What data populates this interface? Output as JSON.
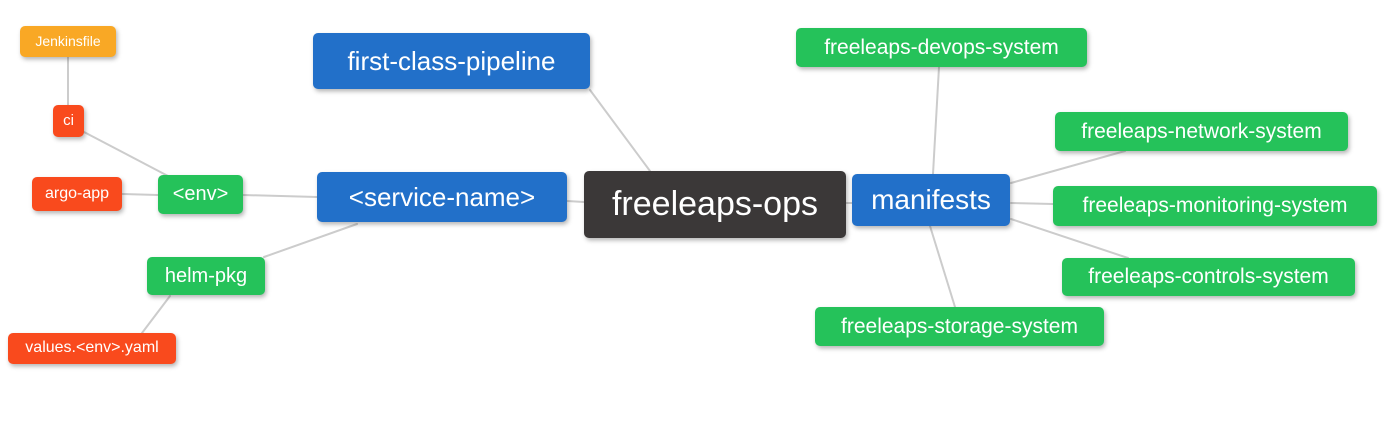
{
  "diagram": {
    "background": "#ffffff",
    "edge_color": "#cccccc",
    "colors": {
      "blue": "#2270C9",
      "green": "#25C25A",
      "red": "#F94A1D",
      "orange": "#F9A825",
      "dark": "#3B3838",
      "text": "#ffffff"
    },
    "nodes": {
      "freeleaps_ops": {
        "label": "freeleaps-ops",
        "color": "dark"
      },
      "first_class_pipeline": {
        "label": "first-class-pipeline",
        "color": "blue"
      },
      "service_name": {
        "label": "<service-name>",
        "color": "blue"
      },
      "manifests": {
        "label": "manifests",
        "color": "blue"
      },
      "env": {
        "label": "<env>",
        "color": "green"
      },
      "helm_pkg": {
        "label": "helm-pkg",
        "color": "green"
      },
      "ci": {
        "label": "ci",
        "color": "red"
      },
      "argo_app": {
        "label": "argo-app",
        "color": "red"
      },
      "jenkinsfile": {
        "label": "Jenkinsfile",
        "color": "orange"
      },
      "values_env_yaml": {
        "label": "values.<env>.yaml",
        "color": "red"
      },
      "devops_system": {
        "label": "freeleaps-devops-system",
        "color": "green"
      },
      "network_system": {
        "label": "freeleaps-network-system",
        "color": "green"
      },
      "monitoring_system": {
        "label": "freeleaps-monitoring-system",
        "color": "green"
      },
      "controls_system": {
        "label": "freeleaps-controls-system",
        "color": "green"
      },
      "storage_system": {
        "label": "freeleaps-storage-system",
        "color": "green"
      }
    },
    "edges": [
      [
        "jenkinsfile",
        "ci"
      ],
      [
        "ci",
        "env"
      ],
      [
        "argo_app",
        "env"
      ],
      [
        "env",
        "service_name"
      ],
      [
        "service_name",
        "helm_pkg"
      ],
      [
        "helm_pkg",
        "values_env_yaml"
      ],
      [
        "first_class_pipeline",
        "freeleaps_ops"
      ],
      [
        "service_name",
        "freeleaps_ops"
      ],
      [
        "freeleaps_ops",
        "manifests"
      ],
      [
        "manifests",
        "devops_system"
      ],
      [
        "manifests",
        "network_system"
      ],
      [
        "manifests",
        "monitoring_system"
      ],
      [
        "manifests",
        "controls_system"
      ],
      [
        "manifests",
        "storage_system"
      ]
    ]
  }
}
